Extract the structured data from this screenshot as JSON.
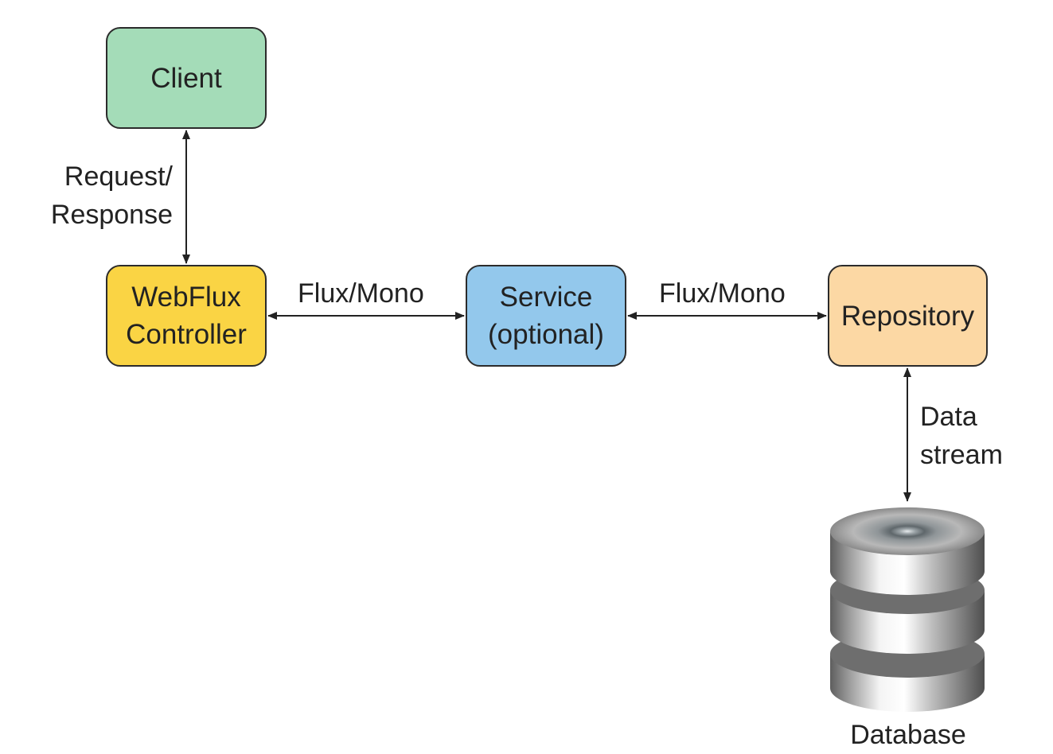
{
  "nodes": {
    "client": {
      "label": "Client"
    },
    "controller": {
      "line1": "WebFlux",
      "line2": "Controller"
    },
    "service": {
      "line1": "Service",
      "line2": "(optional)"
    },
    "repository": {
      "label": "Repository"
    },
    "database": {
      "label": "Database",
      "icon": "database-cylinder-icon"
    }
  },
  "edges": {
    "client_controller": {
      "line1": "Request/",
      "line2": "Response"
    },
    "controller_service": {
      "label": "Flux/Mono"
    },
    "service_repository": {
      "label": "Flux/Mono"
    },
    "repository_database": {
      "line1": "Data",
      "line2": "stream"
    }
  },
  "colors": {
    "client": "#a4dcb8",
    "controller": "#fad444",
    "service": "#93c8ec",
    "repository": "#fcd8a4"
  }
}
